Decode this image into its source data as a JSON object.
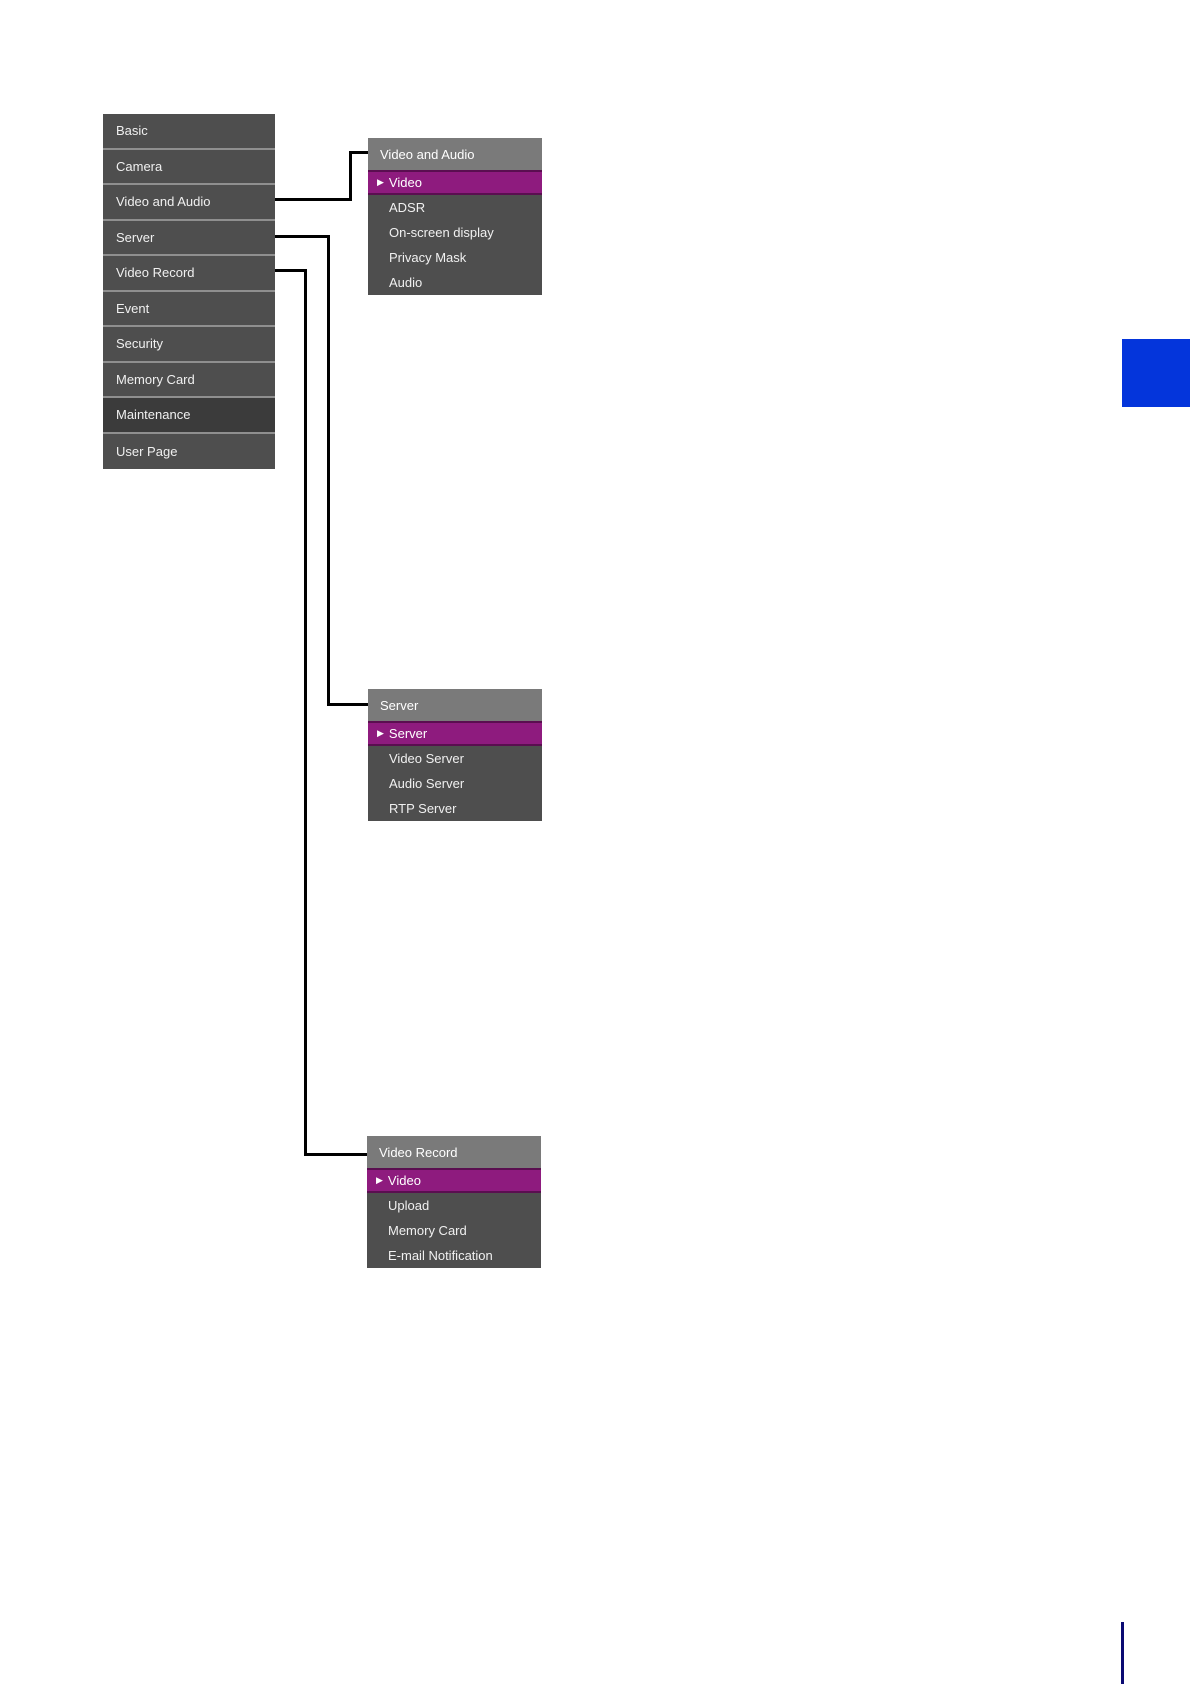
{
  "colors": {
    "menuBg": "#4e4e4e",
    "menuBgDark": "#3b3b3b",
    "menuSeparator": "#8f8f8f",
    "menuText": "#f0f0f0",
    "submenuHeaderBg": "#7a7a7a",
    "highlight": "#8e1b7e",
    "highlightBorder": "#5a0e50",
    "connector": "#000000",
    "tabBlue": "#0435db",
    "footerLine": "#0a0a73"
  },
  "icons": {
    "selected_arrow": "▶"
  },
  "sidebar": {
    "items": [
      {
        "label": "Basic"
      },
      {
        "label": "Camera"
      },
      {
        "label": "Video and Audio"
      },
      {
        "label": "Server"
      },
      {
        "label": "Video Record"
      },
      {
        "label": "Event"
      },
      {
        "label": "Security"
      },
      {
        "label": "Memory Card"
      },
      {
        "label": "Maintenance"
      },
      {
        "label": "User Page"
      }
    ]
  },
  "submenus": [
    {
      "title": "Video and Audio",
      "items": [
        {
          "label": "Video",
          "selected": true
        },
        {
          "label": "ADSR"
        },
        {
          "label": "On-screen display"
        },
        {
          "label": "Privacy Mask"
        },
        {
          "label": "Audio"
        }
      ]
    },
    {
      "title": "Server",
      "items": [
        {
          "label": "Server",
          "selected": true
        },
        {
          "label": "Video Server"
        },
        {
          "label": "Audio Server"
        },
        {
          "label": "RTP Server"
        }
      ]
    },
    {
      "title": "Video Record",
      "items": [
        {
          "label": "Video",
          "selected": true
        },
        {
          "label": "Upload"
        },
        {
          "label": "Memory Card"
        },
        {
          "label": "E-mail Notification"
        }
      ]
    }
  ]
}
